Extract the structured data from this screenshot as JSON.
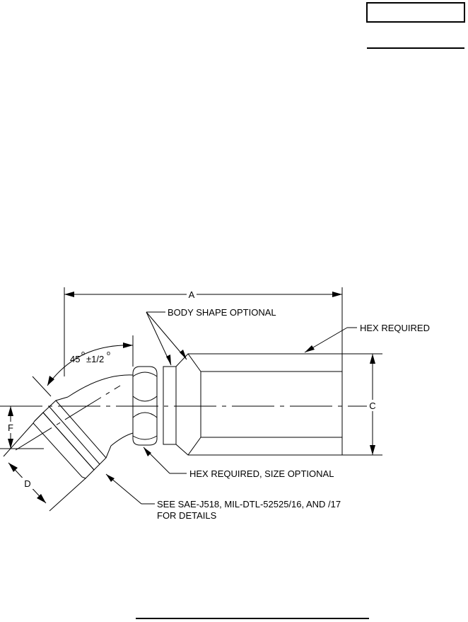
{
  "title_box": "",
  "labels": {
    "A": "A",
    "C": "C",
    "D": "D",
    "F": "F",
    "angle_main": "45",
    "angle_tol": "±1/2",
    "degree_mark": "o",
    "body_shape": "BODY SHAPE OPTIONAL",
    "hex_required": "HEX REQUIRED",
    "hex_size": "HEX REQUIRED, SIZE OPTIONAL",
    "see_line1": "SEE SAE-J518, MIL-DTL-52525/16, AND /17",
    "see_line2": "FOR DETAILS"
  },
  "colors": {
    "line": "#000000",
    "background": "#ffffff"
  }
}
